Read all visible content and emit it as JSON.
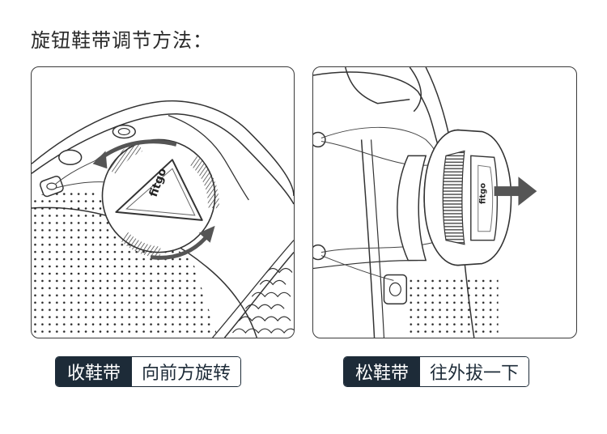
{
  "title": "旋钮鞋带调节方法：",
  "left": {
    "badge": "收鞋带",
    "action": "向前方旋转",
    "logo": "fitgo"
  },
  "right": {
    "badge": "松鞋带",
    "action": "往外拔一下",
    "logo": "fitgo"
  },
  "colors": {
    "badge_bg": "#1d2b38",
    "outline": "#3a3a3a",
    "arrow": "#555555"
  }
}
